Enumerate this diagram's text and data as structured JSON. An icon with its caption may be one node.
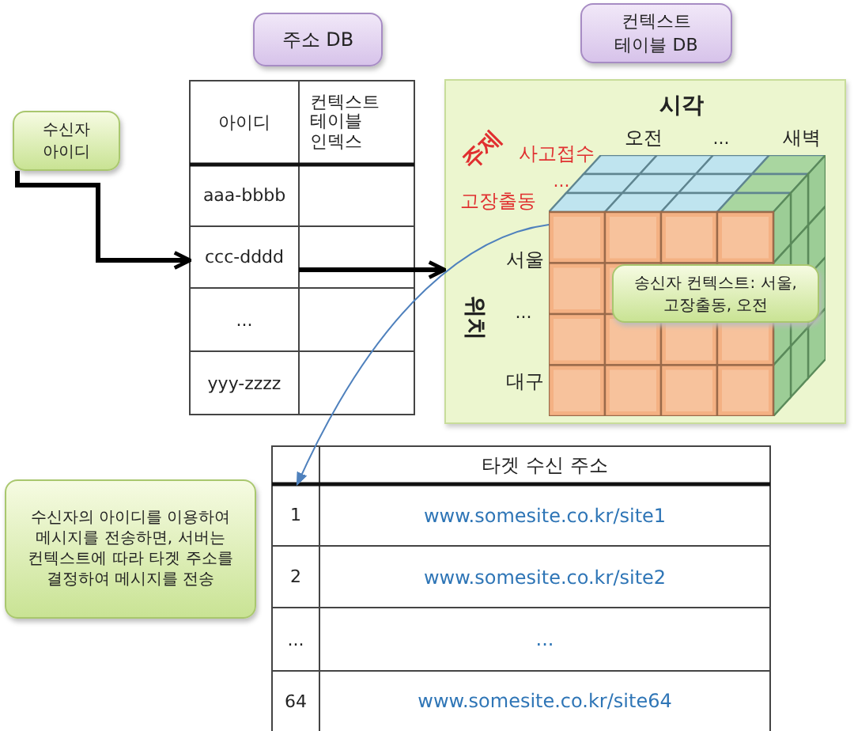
{
  "diagram": {
    "nodes": [
      {
        "text": [
          "주소 DB"
        ]
      },
      {
        "text": [
          "수신자 아이디"
        ]
      },
      {
        "text": [
          "ccc-dddd"
        ]
      },
      {
        "text": [
          "컨텍스트 테이블 DB"
        ]
      },
      {
        "text": [],
        "shape": "box"
      },
      {
        "text": [],
        "shape": "picture",
        "in": 4
      },
      {
        "text": [
          "송신자 컨텍스트: 서울, 고장출동, 오전"
        ],
        "in": 5
      },
      {
        "text": [
          "수신자의 아이디를 이용하여 메시지를 전송하면, 서버는 컨텍스트에 따라 타겟 주소를 결정하여 메시지를 전송"
        ]
      },
      {
        "text": [
          "1"
        ]
      }
    ],
    "edges": [
      {
        "from": 1,
        "to": 2,
        "arrow": "to"
      },
      {
        "from": 2,
        "to": 4,
        "arrow": "to"
      },
      {
        "from": 5,
        "to": 8,
        "arrow": "to",
        "color": "#4f81bd"
      }
    ],
    "labels": [
      "아이디",
      "컨텍스트 테이블 인덱스",
      "aaa-bbbb",
      "...",
      "yyy-zzzz",
      "시각",
      "오전",
      "...",
      "새벽",
      "주제",
      "사고접수",
      "...",
      "고장출동",
      "서울",
      "위치",
      "...",
      "대구",
      "타겟 수신 주소",
      "www.somesite.co.kr/site1",
      "2",
      "www.somesite.co.kr/site2",
      "...",
      "...",
      "64",
      "www.somesite.co.kr/site64"
    ]
  }
}
